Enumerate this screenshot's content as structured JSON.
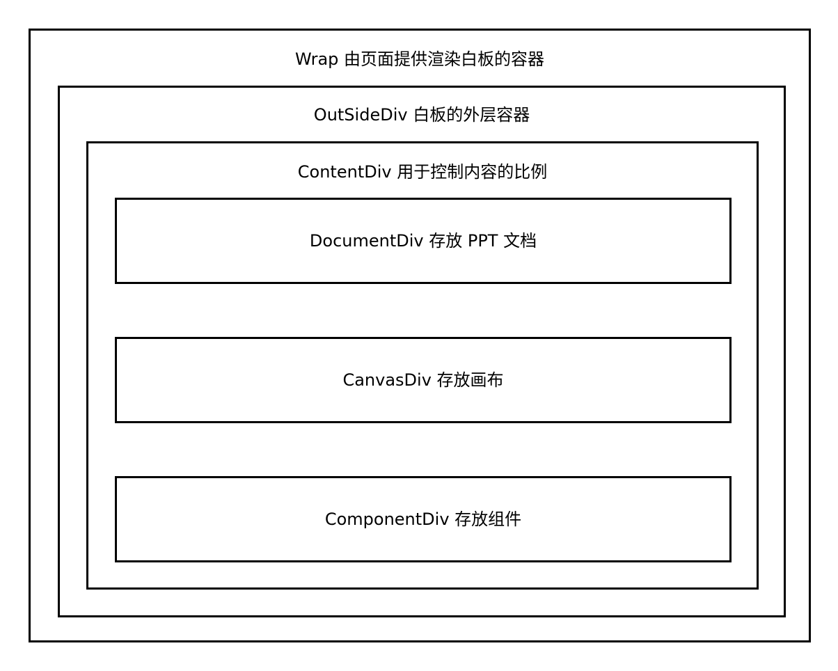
{
  "diagram": {
    "wrap": {
      "label": "Wrap 由页面提供渲染白板的容器"
    },
    "outside": {
      "label": "OutSideDiv 白板的外层容器"
    },
    "content": {
      "label": "ContentDiv 用于控制内容的比例"
    },
    "children": [
      {
        "label": "DocumentDiv 存放 PPT 文档"
      },
      {
        "label": "CanvasDiv 存放画布"
      },
      {
        "label": "ComponentDiv 存放组件"
      }
    ]
  }
}
